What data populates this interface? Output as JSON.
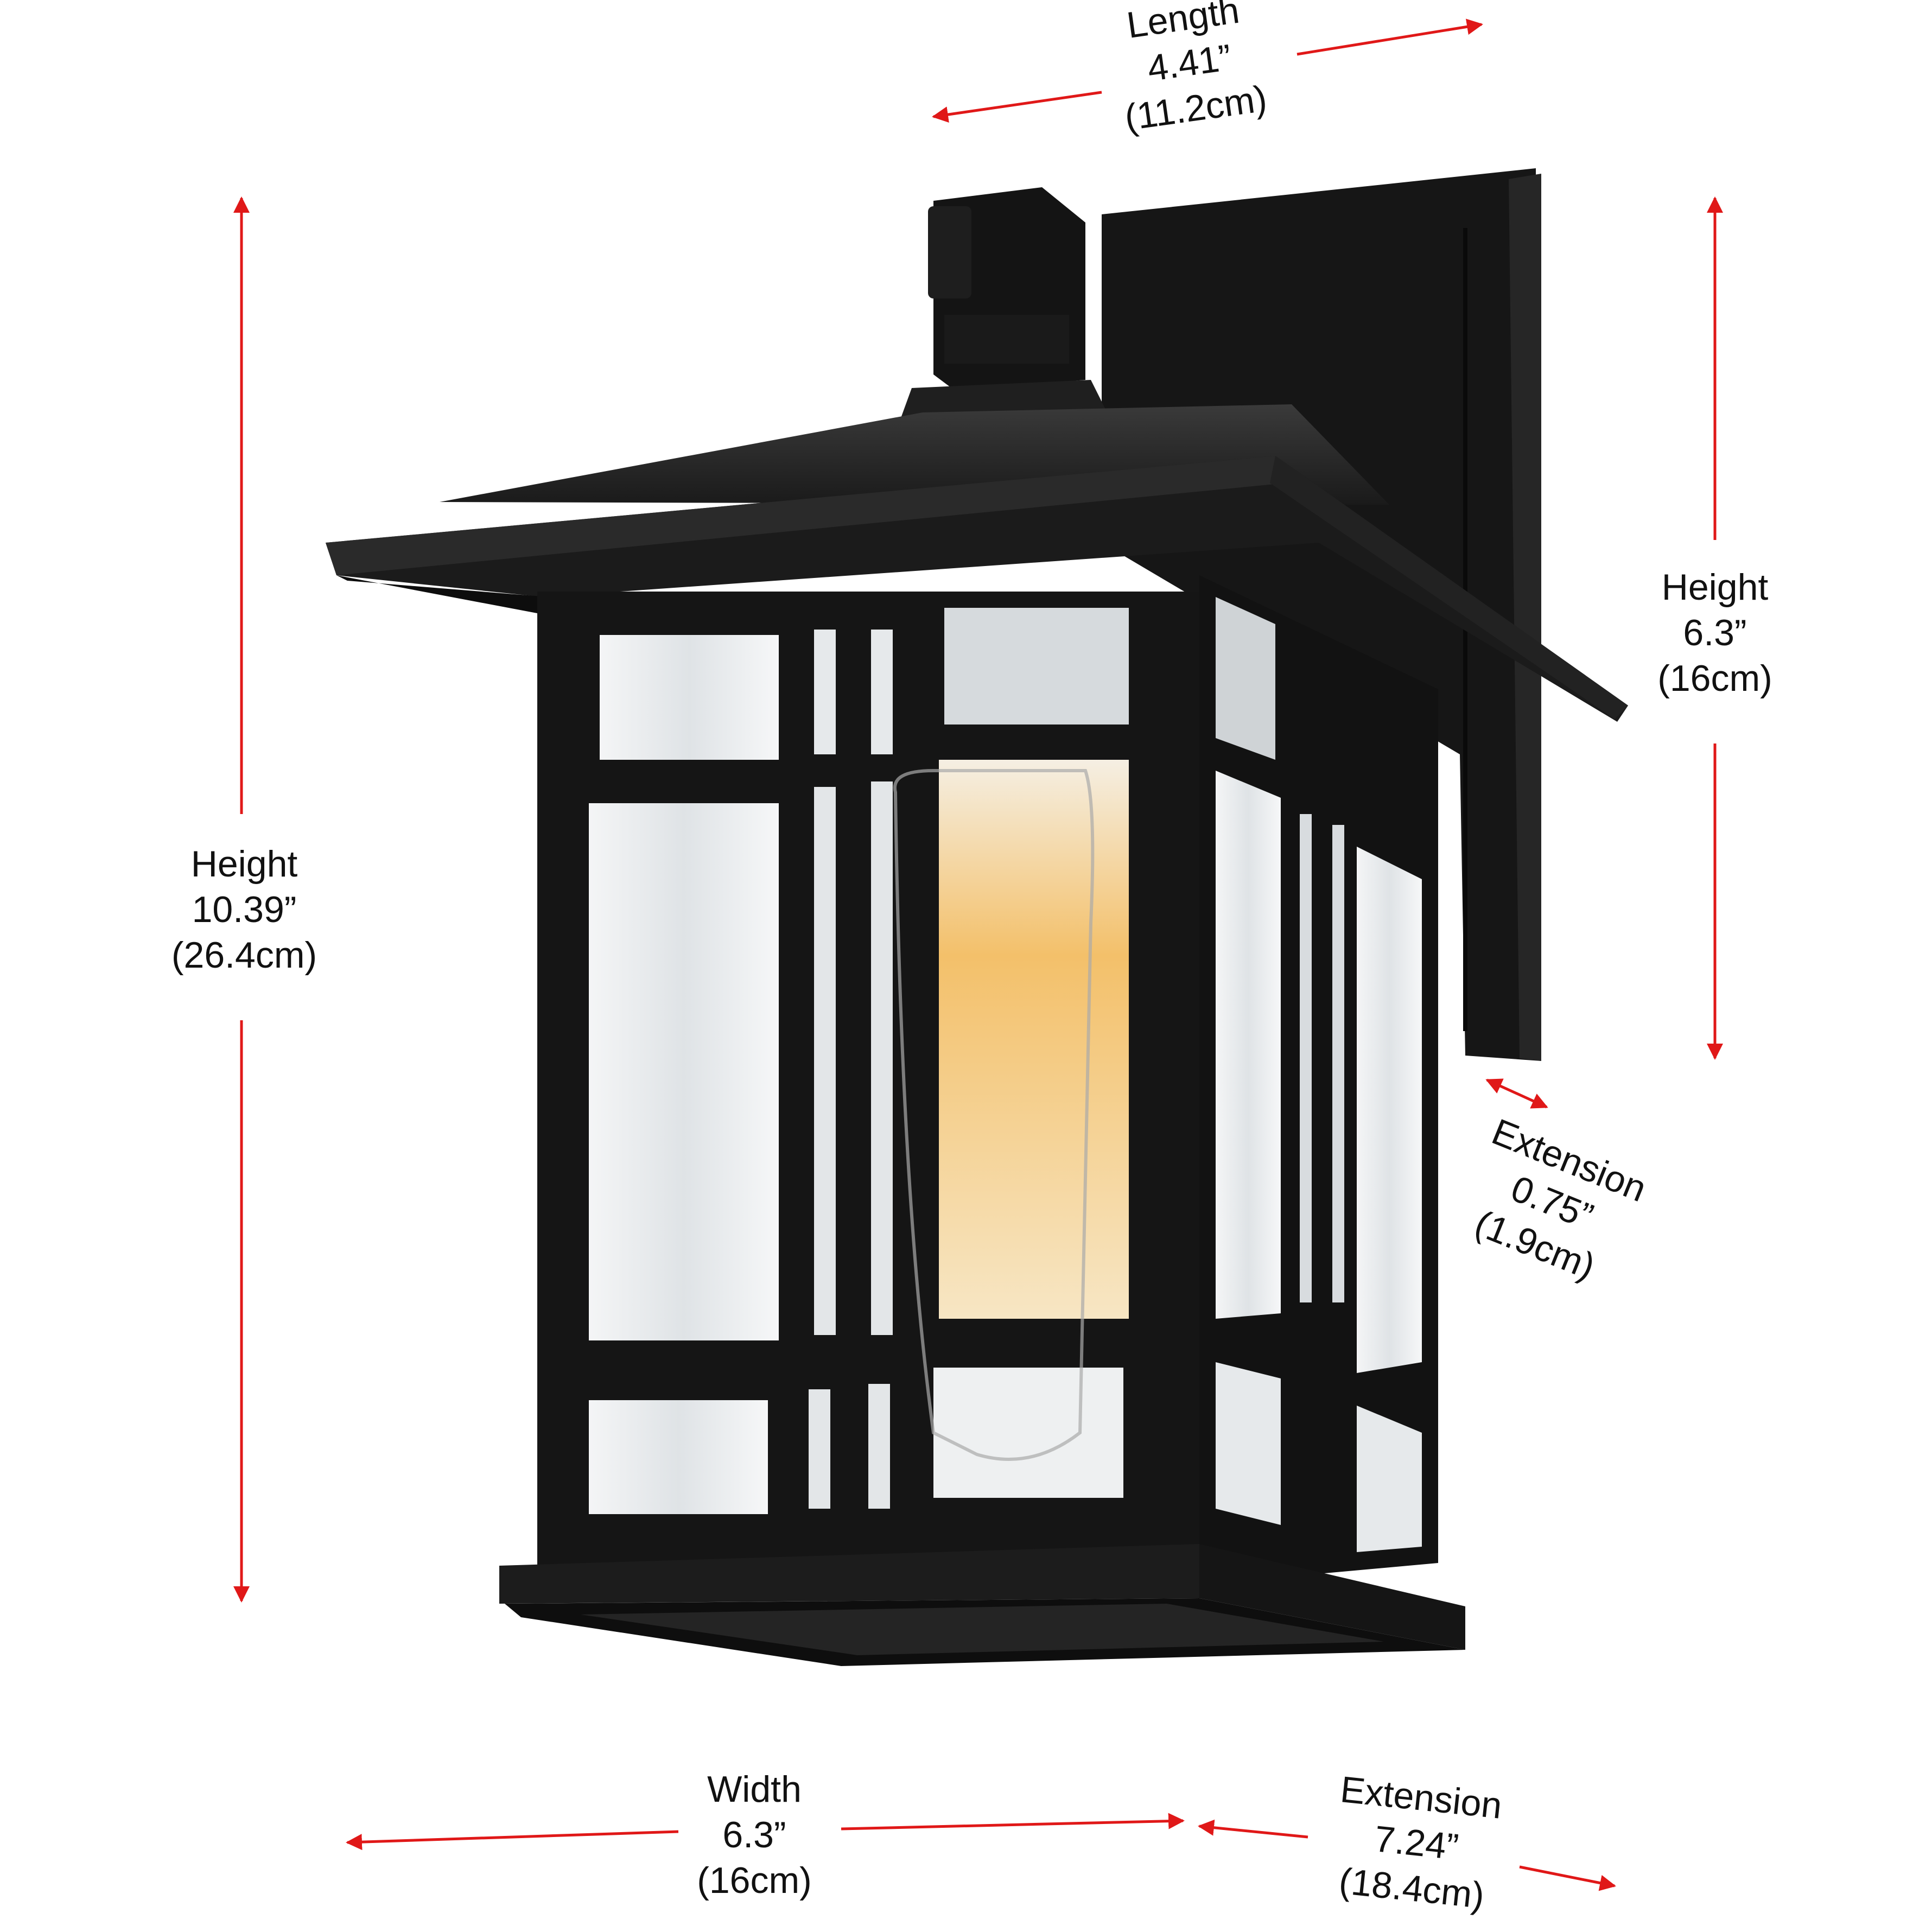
{
  "diagram": {
    "subject": "Outdoor wall lantern with clear glass panels and mission-style black frame",
    "colors": {
      "background": "#ffffff",
      "arrow": "#e01818",
      "frame": "#141414",
      "frame_highlight": "#2e2e2e",
      "glass": "#e9ecee",
      "bulb_glow": "#f3c06a",
      "text": "#111111"
    },
    "dimensions": {
      "length": {
        "label": "Length",
        "inches": "4.41”",
        "cm": "(11.2cm)"
      },
      "height_overall": {
        "label": "Height",
        "inches": "10.39”",
        "cm": "(26.4cm)"
      },
      "height_backplate": {
        "label": "Height",
        "inches": "6.3”",
        "cm": "(16cm)"
      },
      "extension_backplate": {
        "label": "Extension",
        "inches": "0.75”",
        "cm": "(1.9cm)"
      },
      "width": {
        "label": "Width",
        "inches": "6.3”",
        "cm": "(16cm)"
      },
      "extension_overall": {
        "label": "Extension",
        "inches": "7.24”",
        "cm": "(18.4cm)"
      }
    }
  }
}
